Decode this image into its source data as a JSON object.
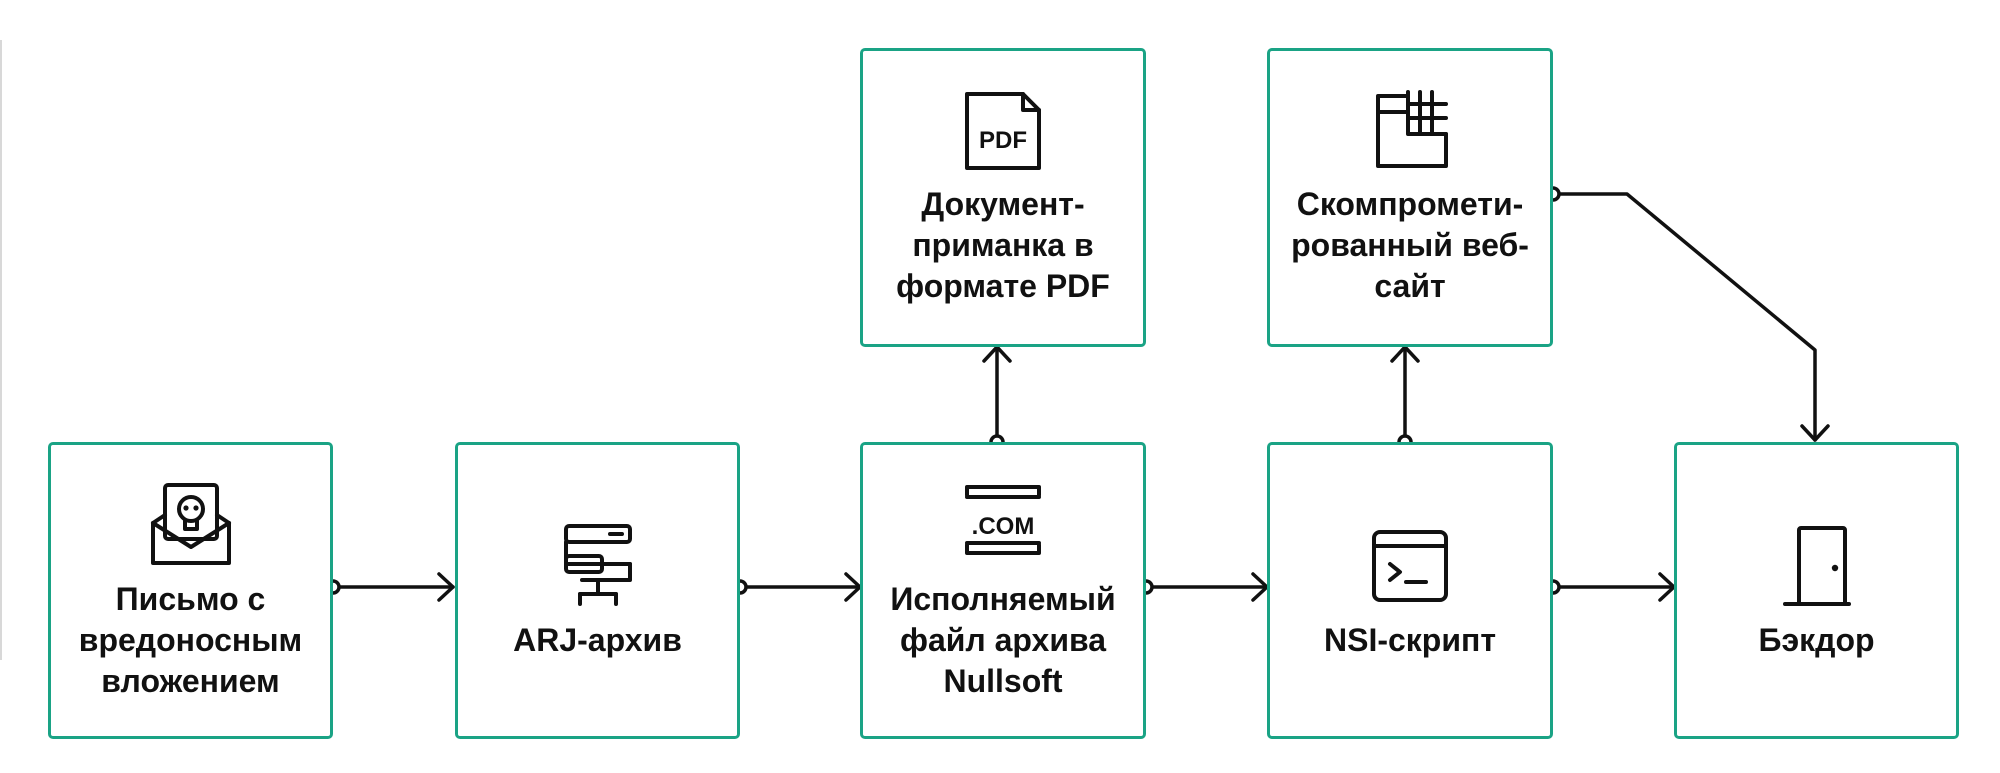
{
  "diagram": {
    "accent_color": "#1aa385",
    "line_color": "#111111",
    "nodes": {
      "email": {
        "label": "Письмо с\nвредоносным\nвложением",
        "icon": "malicious-email-icon"
      },
      "arj": {
        "label": "ARJ-архив",
        "icon": "archive-icon"
      },
      "nullsoft": {
        "label": "Исполняемый\nфайл архива\nNullsoft",
        "icon": "com-file-icon"
      },
      "nsi": {
        "label": "NSI-скрипт",
        "icon": "terminal-icon"
      },
      "backdoor": {
        "label": "Бэкдор",
        "icon": "door-icon"
      },
      "pdf": {
        "label": "Документ-\nприманка в\nформате PDF",
        "icon": "pdf-file-icon"
      },
      "website": {
        "label": "Скомпромети-\nрованный веб-\nсайт",
        "icon": "web-grid-icon"
      }
    }
  }
}
